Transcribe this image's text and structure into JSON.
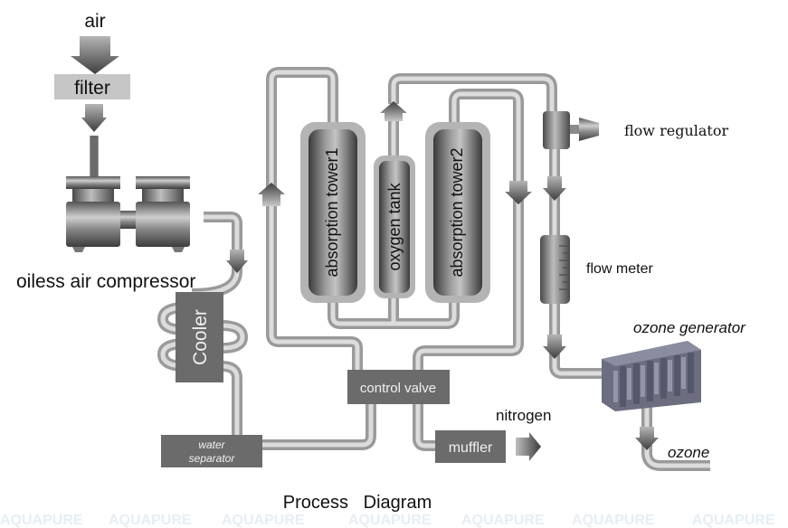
{
  "diagram": {
    "title": "Process   Diagram",
    "watermark": "AQUAPURE",
    "colors": {
      "pipe_outer": "#9a9a9a",
      "pipe_inner": "#d8d8d8",
      "box": "#6b6b6b",
      "box_text": "#f0f0f0",
      "tank_dark": "#4a4a4a",
      "tank_light": "#c8c8c8",
      "ozone_generator": "#6c6e80",
      "filter_box": "#c6c6c6"
    },
    "labels": {
      "air": "air",
      "filter": "filter",
      "compressor": "oiless air compressor",
      "cooler": "Cooler",
      "water_separator_line1": "water",
      "water_separator_line2": "separator",
      "absorption_tower1": "absorption tower1",
      "oxygen_tank": "oxygen tank",
      "absorption_tower2": "absorption tower2",
      "control_valve": "control valve",
      "muffler": "muffler",
      "nitrogen": "nitrogen",
      "flow_regulator": "flow regulator",
      "flow_meter": "flow meter",
      "ozone_generator": "ozone generator",
      "ozone": "ozone"
    }
  }
}
